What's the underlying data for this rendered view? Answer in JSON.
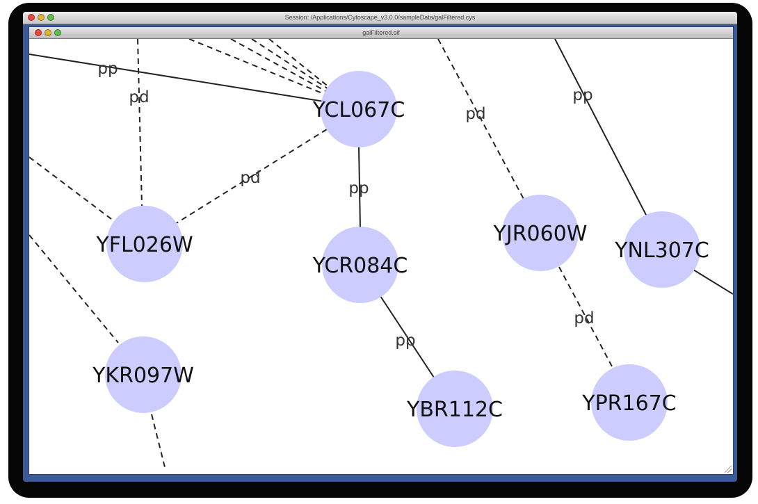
{
  "window": {
    "session_title": "Session: /Applications/Cytoscape_v3.0.0/sampleData/galFiltered.cys",
    "network_title": "galFiltered.sif"
  },
  "colors": {
    "node_fill": "#ccccff",
    "edge": "#222222",
    "window_frame": "#3c5a95"
  },
  "network": {
    "nodes": [
      {
        "id": "YCL067C",
        "label": "YCL067C"
      },
      {
        "id": "YFL026W",
        "label": "YFL026W"
      },
      {
        "id": "YCR084C",
        "label": "YCR084C"
      },
      {
        "id": "YJR060W",
        "label": "YJR060W"
      },
      {
        "id": "YNL307C",
        "label": "YNL307C"
      },
      {
        "id": "YKR097W",
        "label": "YKR097W"
      },
      {
        "id": "YBR112C",
        "label": "YBR112C"
      },
      {
        "id": "YPR167C",
        "label": "YPR167C"
      }
    ],
    "edges": [
      {
        "source": "YCL067C",
        "target": "off-canvas-left",
        "interaction": "pp"
      },
      {
        "source": "YFL026W",
        "target": "off-canvas-top",
        "interaction": "pd"
      },
      {
        "source": "YCL067C",
        "target": "YFL026W",
        "interaction": "pd"
      },
      {
        "source": "YCL067C",
        "target": "YCR084C",
        "interaction": "pp"
      },
      {
        "source": "YJR060W",
        "target": "off-canvas-top",
        "interaction": "pd"
      },
      {
        "source": "YNL307C",
        "target": "off-canvas-top",
        "interaction": "pp"
      },
      {
        "source": "YCR084C",
        "target": "YBR112C",
        "interaction": "pp"
      },
      {
        "source": "YJR060W",
        "target": "YPR167C",
        "interaction": "pd"
      }
    ]
  }
}
